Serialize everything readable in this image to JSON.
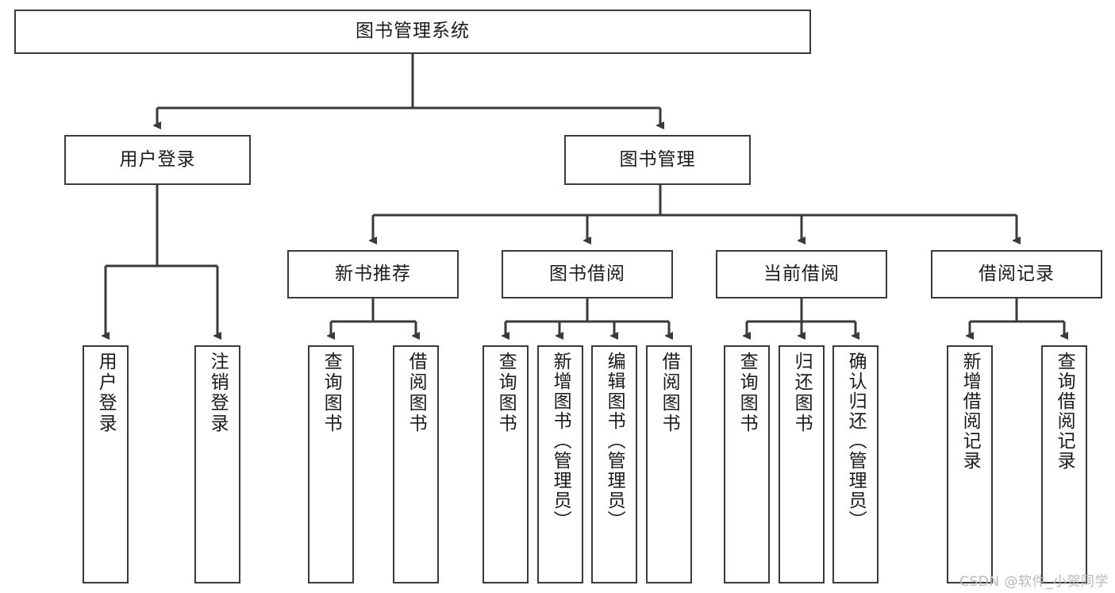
{
  "diagram": {
    "type": "tree-hierarchy",
    "title": "图书管理系统",
    "watermark": "CSDN @软件_小贺同学",
    "colors": {
      "background": "#ffffff",
      "box_border": "#3a3a3a",
      "box_fill": "#ffffff",
      "connector": "#3a3a3a",
      "text": "#1b1b1b",
      "watermark": "#b9b9b9"
    },
    "nodes": {
      "root": {
        "label": "图书管理系统",
        "orientation": "horizontal"
      },
      "level2": [
        {
          "id": "user-login",
          "label": "用户登录",
          "orientation": "horizontal"
        },
        {
          "id": "book-management",
          "label": "图书管理",
          "orientation": "horizontal"
        }
      ],
      "level3": [
        {
          "id": "new-book-recommend",
          "label": "新书推荐",
          "orientation": "horizontal"
        },
        {
          "id": "book-borrow",
          "label": "图书借阅",
          "orientation": "horizontal"
        },
        {
          "id": "current-borrow",
          "label": "当前借阅",
          "orientation": "horizontal"
        },
        {
          "id": "borrow-record",
          "label": "借阅记录",
          "orientation": "horizontal"
        }
      ],
      "leaves": [
        {
          "id": "leaf-user-login",
          "label": "用户登录",
          "parent": "user-login",
          "orientation": "vertical"
        },
        {
          "id": "leaf-logout",
          "label": "注销登录",
          "parent": "user-login",
          "orientation": "vertical"
        },
        {
          "id": "leaf-query-book-1",
          "label": "查询图书",
          "parent": "new-book-recommend",
          "orientation": "vertical"
        },
        {
          "id": "leaf-borrow-book-1",
          "label": "借阅图书",
          "parent": "new-book-recommend",
          "orientation": "vertical"
        },
        {
          "id": "leaf-query-book-2",
          "label": "查询图书",
          "parent": "book-borrow",
          "orientation": "vertical"
        },
        {
          "id": "leaf-add-book",
          "label": "新增图书（管理员）",
          "parent": "book-borrow",
          "orientation": "vertical"
        },
        {
          "id": "leaf-edit-book",
          "label": "编辑图书（管理员）",
          "parent": "book-borrow",
          "orientation": "vertical"
        },
        {
          "id": "leaf-borrow-book-2",
          "label": "借阅图书",
          "parent": "book-borrow",
          "orientation": "vertical"
        },
        {
          "id": "leaf-query-book-3",
          "label": "查询图书",
          "parent": "current-borrow",
          "orientation": "vertical"
        },
        {
          "id": "leaf-return-book",
          "label": "归还图书",
          "parent": "current-borrow",
          "orientation": "vertical"
        },
        {
          "id": "leaf-confirm-return",
          "label": "确认归还（管理员）",
          "parent": "current-borrow",
          "orientation": "vertical"
        },
        {
          "id": "leaf-add-record",
          "label": "新增借阅记录",
          "parent": "borrow-record",
          "orientation": "vertical"
        },
        {
          "id": "leaf-query-record",
          "label": "查询借阅记录",
          "parent": "borrow-record",
          "orientation": "vertical"
        }
      ]
    }
  }
}
